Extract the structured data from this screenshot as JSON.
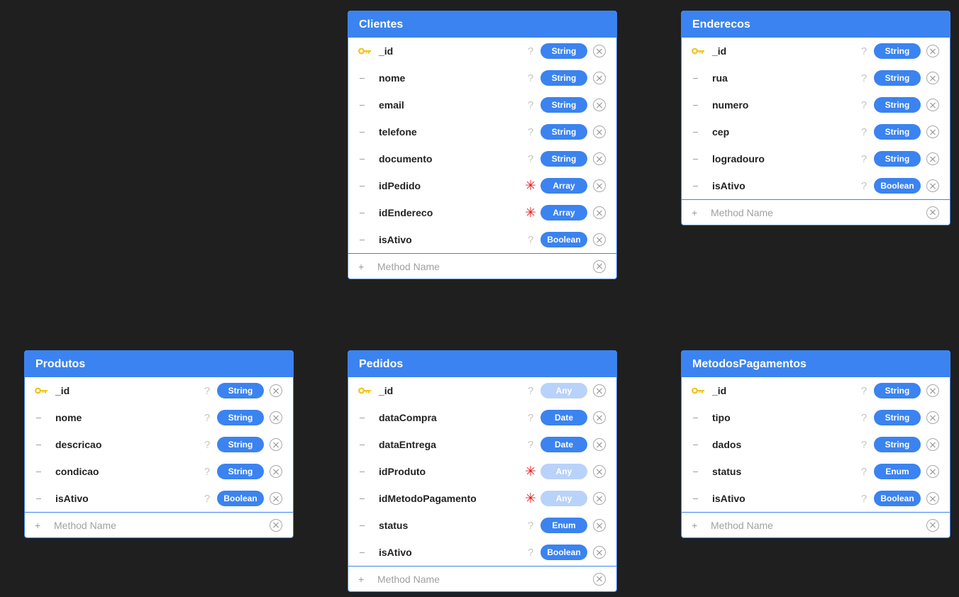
{
  "tables": [
    {
      "name": "Clientes",
      "fields": [
        {
          "name": "_id",
          "key": true,
          "flag": "?",
          "type": "String"
        },
        {
          "name": "nome",
          "flag": "?",
          "type": "String"
        },
        {
          "name": "email",
          "flag": "?",
          "type": "String"
        },
        {
          "name": "telefone",
          "flag": "?",
          "type": "String"
        },
        {
          "name": "documento",
          "flag": "?",
          "type": "String"
        },
        {
          "name": "idPedido",
          "flag": "*",
          "type": "Array"
        },
        {
          "name": "idEndereco",
          "flag": "*",
          "type": "Array"
        },
        {
          "name": "isAtivo",
          "flag": "?",
          "type": "Boolean"
        }
      ],
      "method_placeholder": "Method Name"
    },
    {
      "name": "Enderecos",
      "fields": [
        {
          "name": "_id",
          "key": true,
          "flag": "?",
          "type": "String"
        },
        {
          "name": "rua",
          "flag": "?",
          "type": "String"
        },
        {
          "name": "numero",
          "flag": "?",
          "type": "String"
        },
        {
          "name": "cep",
          "flag": "?",
          "type": "String"
        },
        {
          "name": "logradouro",
          "flag": "?",
          "type": "String"
        },
        {
          "name": "isAtivo",
          "flag": "?",
          "type": "Boolean"
        }
      ],
      "method_placeholder": "Method Name"
    },
    {
      "name": "Produtos",
      "fields": [
        {
          "name": "_id",
          "key": true,
          "flag": "?",
          "type": "String"
        },
        {
          "name": "nome",
          "flag": "?",
          "type": "String"
        },
        {
          "name": "descricao",
          "flag": "?",
          "type": "String"
        },
        {
          "name": "condicao",
          "flag": "?",
          "type": "String"
        },
        {
          "name": "isAtivo",
          "flag": "?",
          "type": "Boolean"
        }
      ],
      "method_placeholder": "Method Name"
    },
    {
      "name": "Pedidos",
      "fields": [
        {
          "name": "_id",
          "key": true,
          "flag": "?",
          "type": "Any"
        },
        {
          "name": "dataCompra",
          "flag": "?",
          "type": "Date"
        },
        {
          "name": "dataEntrega",
          "flag": "?",
          "type": "Date"
        },
        {
          "name": "idProduto",
          "flag": "*",
          "type": "Any"
        },
        {
          "name": "idMetodoPagamento",
          "flag": "*",
          "type": "Any"
        },
        {
          "name": "status",
          "flag": "?",
          "type": "Enum"
        },
        {
          "name": "isAtivo",
          "flag": "?",
          "type": "Boolean"
        }
      ],
      "method_placeholder": "Method Name"
    },
    {
      "name": "MetodosPagamentos",
      "fields": [
        {
          "name": "_id",
          "key": true,
          "flag": "?",
          "type": "String"
        },
        {
          "name": "tipo",
          "flag": "?",
          "type": "String"
        },
        {
          "name": "dados",
          "flag": "?",
          "type": "String"
        },
        {
          "name": "status",
          "flag": "?",
          "type": "Enum"
        },
        {
          "name": "isAtivo",
          "flag": "?",
          "type": "Boolean"
        }
      ],
      "method_placeholder": "Method Name"
    }
  ],
  "colors": {
    "canvas_bg": "#1f1f1f",
    "header_bg": "#3b83f0",
    "type_pill": "#3b83f0",
    "type_pill_any": "#b9d2fa",
    "key_icon": "#f2c318",
    "required_flag": "#e8181a"
  },
  "icons": {
    "primary_key": "key-icon",
    "required": "asterisk-icon",
    "optional": "question-icon",
    "remove": "close-circle-icon",
    "add_method": "plus-icon"
  }
}
